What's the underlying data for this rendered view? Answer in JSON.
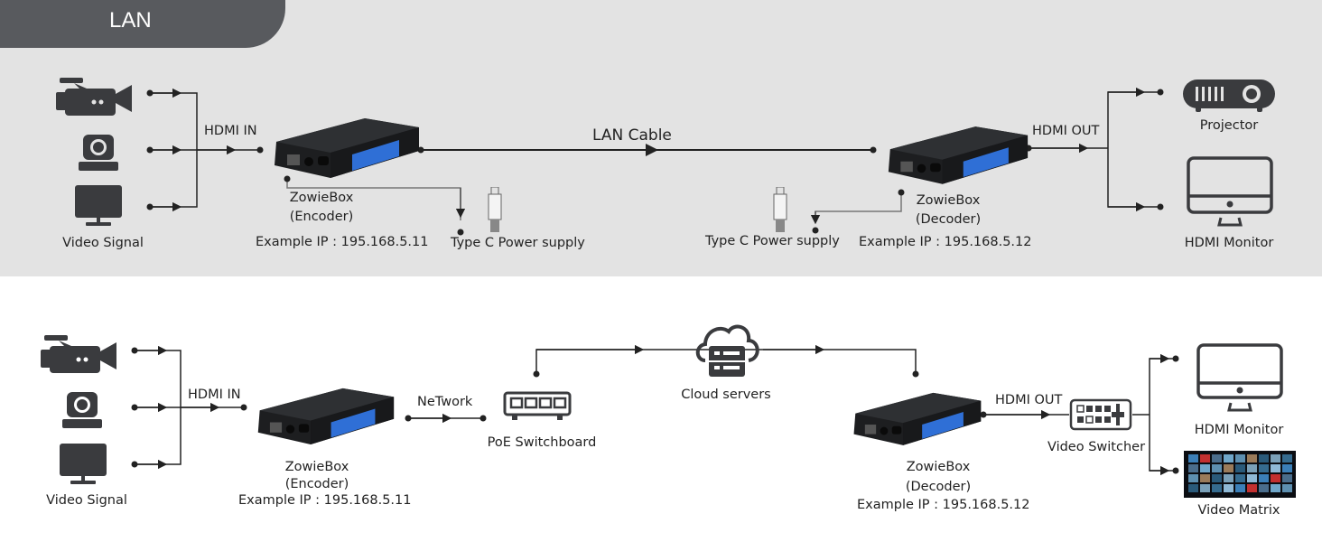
{
  "sections": {
    "lan": {
      "tab_label": "LAN",
      "sources_label": "Video Signal",
      "hdmi_in_label": "HDMI IN",
      "cable_label": "LAN Cable",
      "encoder": {
        "name": "ZowieBox",
        "role": "(Encoder)",
        "ip": "Example IP : 195.168.5.11"
      },
      "encoder_power_label": "Type C  Power supply",
      "decoder_power_label": "Type C Power supply",
      "decoder": {
        "name": "ZowieBox",
        "role": "(Decoder)",
        "ip": "Example IP : 195.168.5.12"
      },
      "hdmi_out_label": "HDMI OUT",
      "outputs": [
        "Projector",
        "HDMI Monitor"
      ]
    },
    "cloud": {
      "sources_label": "Video Signal",
      "hdmi_in_label": "HDMI IN",
      "encoder": {
        "name": "ZowieBox",
        "role": "(Encoder)",
        "ip": "Example IP : 195.168.5.11"
      },
      "network_label": "NeTwork",
      "switch_label": "PoE  Switchboard",
      "cloud_label": "Cloud servers",
      "decoder": {
        "name": "ZowieBox",
        "role": "(Decoder)",
        "ip": "Example IP : 195.168.5.12"
      },
      "hdmi_out_label": "HDMI OUT",
      "switcher_label": "Video Switcher",
      "outputs": [
        "HDMI Monitor",
        "Video Matrix"
      ]
    }
  },
  "colors": {
    "panel": "#e3e3e3",
    "tab": "#585a5e",
    "icon": "#3a3b3e",
    "screen": "#2f6fd6",
    "line": "#222222"
  }
}
